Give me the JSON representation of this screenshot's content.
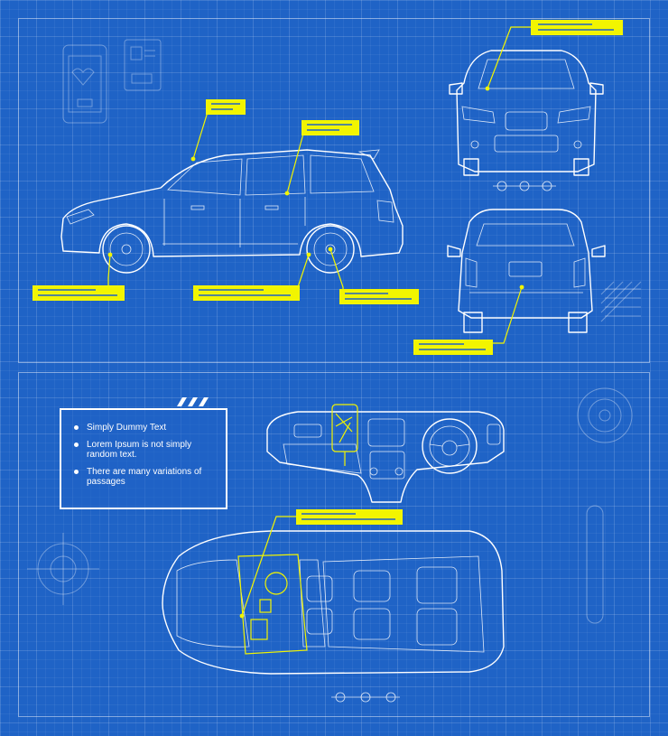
{
  "colors": {
    "background": "#1f63c6",
    "lines": "#ffffff",
    "highlight": "#f2f500"
  },
  "info_box": {
    "items": [
      "Simply Dummy Text",
      "Lorem Ipsum is not simply random text.",
      "There are many variations of passages"
    ]
  },
  "callouts": [
    "windshield-callout",
    "roof-callout",
    "door-callout",
    "front-wheel-callout",
    "side-skirt-callout",
    "rear-wheel-callout",
    "rear-bumper-callout",
    "dashboard-callout"
  ],
  "icons": [
    "smartphone-icon",
    "id-card-icon",
    "crosshair-icon",
    "steering-wheel-icon"
  ]
}
